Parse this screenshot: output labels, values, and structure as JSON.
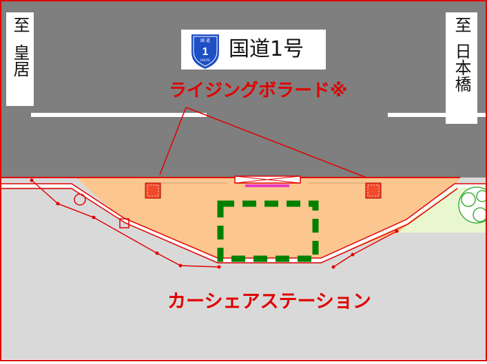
{
  "route_label": "国道1号",
  "route_shield": {
    "top_text": "国 道",
    "number": "1",
    "bottom_text": "ROUTE"
  },
  "left_direction": {
    "to": "至",
    "place": "皇居"
  },
  "right_direction": {
    "to": "至",
    "place": "日本橋"
  },
  "bollard_label": "ライジングボラード※",
  "station_label": "カーシェアステーション",
  "colors": {
    "road": "#7f7f7f",
    "lane_marking": "#ffffff",
    "sidewalk": "#d9d9d9",
    "station_area": "#fbc68f",
    "annotation_red": "#e10000",
    "parking_box": "#008000",
    "shield_blue": "#1f4fc4",
    "planting": "#e9f7cf"
  }
}
